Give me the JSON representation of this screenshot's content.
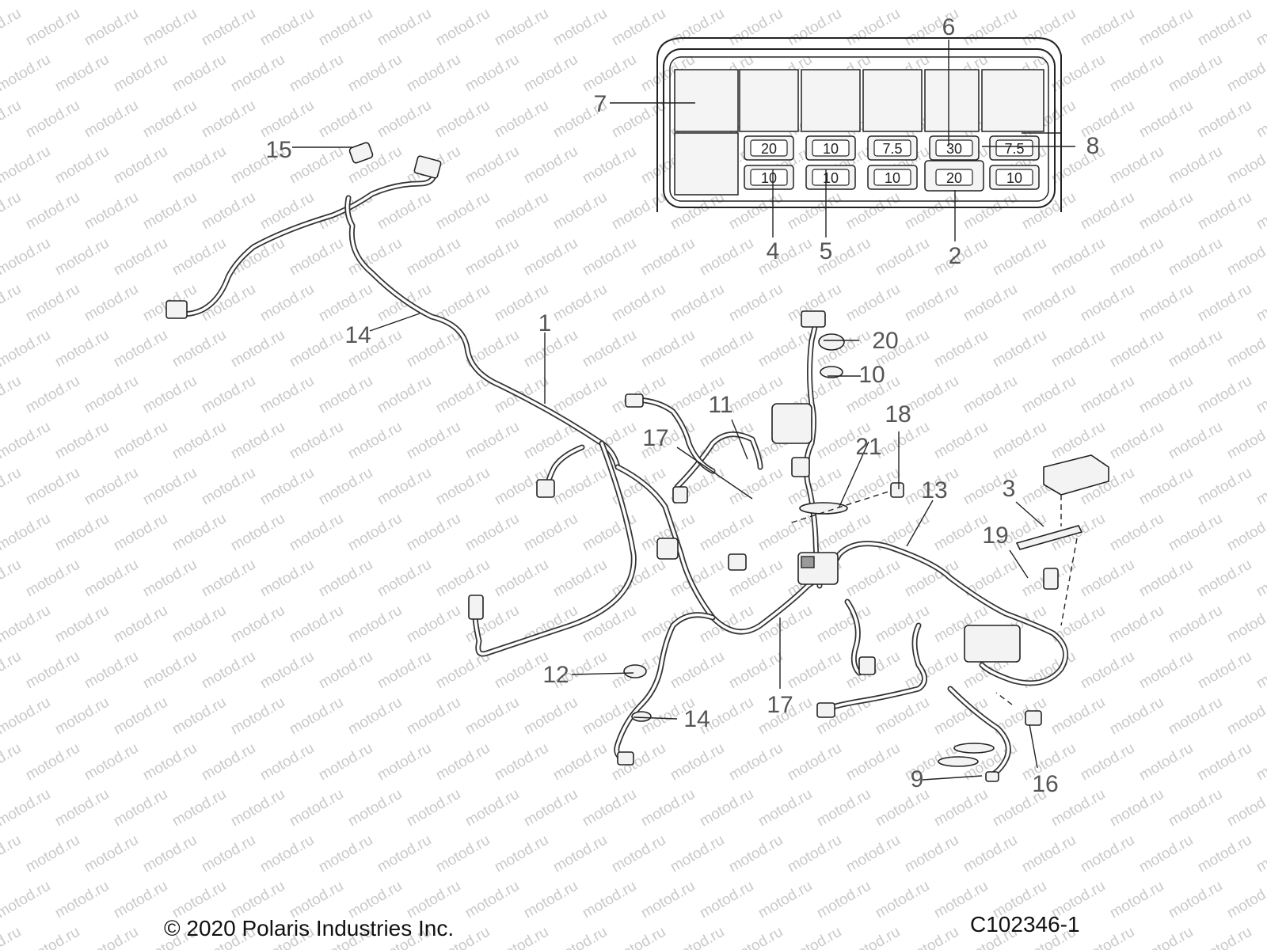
{
  "watermark": "motod.ru",
  "callouts": [
    "1",
    "2",
    "3",
    "4",
    "5",
    "6",
    "7",
    "8",
    "9",
    "10",
    "11",
    "12",
    "13",
    "14",
    "14",
    "15",
    "16",
    "17",
    "17",
    "18",
    "19",
    "20",
    "21"
  ],
  "fuse_box": {
    "top_row": [
      "20",
      "10",
      "7.5",
      "30",
      "7.5"
    ],
    "bottom_row": [
      "10",
      "10",
      "10",
      "20",
      "10"
    ]
  },
  "footer": {
    "copyright": "© 2020 Polaris Industries Inc.",
    "drawing_id": "C102346-1"
  }
}
